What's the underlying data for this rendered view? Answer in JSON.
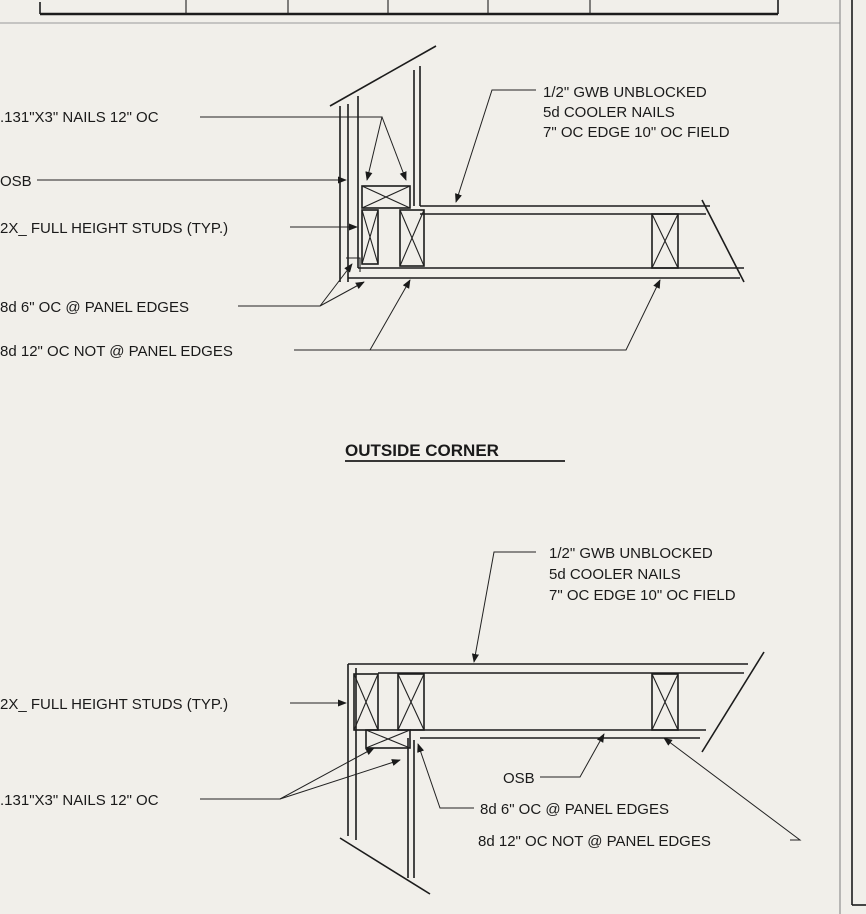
{
  "outside_corner": {
    "title": "OUTSIDE CORNER",
    "gwb_note": [
      "1/2\" GWB UNBLOCKED",
      "5d COOLER NAILS",
      "7\" OC EDGE 10\" OC FIELD"
    ],
    "nails_label": ".131\"X3\" NAILS 12\" OC",
    "osb_label": "OSB",
    "studs_label": "2X_ FULL HEIGHT STUDS (TYP.)",
    "edge_label": "8d 6\" OC @ PANEL EDGES",
    "field_label": "8d 12\" OC NOT @ PANEL EDGES"
  },
  "inside_corner": {
    "gwb_note": [
      "1/2\" GWB UNBLOCKED",
      "5d COOLER NAILS",
      "7\" OC EDGE 10\" OC FIELD"
    ],
    "studs_label": "2X_ FULL HEIGHT STUDS (TYP.)",
    "nails_label": ".131\"X3\" NAILS 12\" OC",
    "osb_label": "OSB",
    "edge_label": "8d 6\" OC @ PANEL EDGES",
    "field_label": "8d 12\" OC NOT @ PANEL EDGES"
  }
}
